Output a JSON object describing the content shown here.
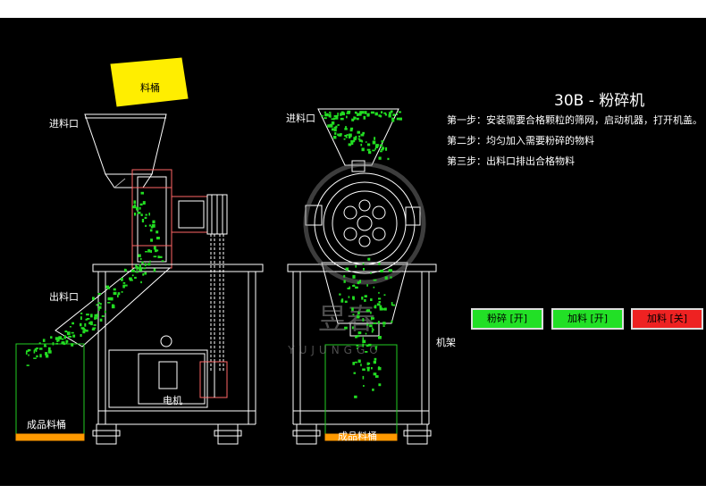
{
  "title": "30B - 粉碎机",
  "steps": [
    "第一步：安装需要合格颗粒的筛网，启动机器，打开机盖。",
    "第二步：均匀加入需要粉碎的物料",
    "第三步：出料口排出合格物料"
  ],
  "controls": {
    "crush_label": "粉碎 [开]",
    "feed_on_label": "加料 [开]",
    "feed_off_label": "加料 [关]"
  },
  "labels": {
    "material_bucket": "料桶",
    "inlet_left": "进料口",
    "outlet": "出料口",
    "motor": "电机",
    "product_bucket_left": "成品料桶",
    "inlet_right": "进料口",
    "frame": "机架",
    "product_bucket_right": "成品料桶"
  },
  "watermark": {
    "brand": "昱春",
    "latin": "YUJUNGGO"
  },
  "colors": {
    "background": "#000000",
    "line": "#ffffff",
    "particles": "#22dd22",
    "button_on": "#22e026",
    "button_off": "#ee2222",
    "hopper_badge": "#ffee00",
    "bucket_base": "#ff9900"
  }
}
